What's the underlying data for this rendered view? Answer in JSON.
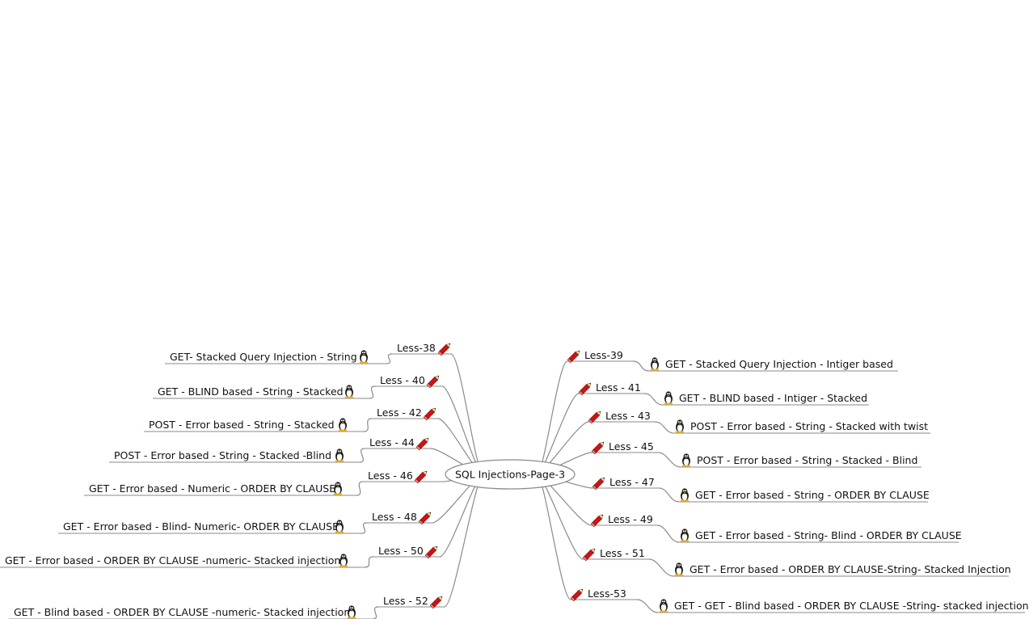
{
  "map": {
    "root": "SQL Injections-Page-3",
    "left": [
      {
        "lesson": "Less-38",
        "topic": "GET- Stacked Query Injection - String"
      },
      {
        "lesson": "Less - 40",
        "topic": "GET - BLIND based - String - Stacked"
      },
      {
        "lesson": "Less - 42",
        "topic": "POST - Error based - String - Stacked"
      },
      {
        "lesson": "Less - 44",
        "topic": "POST - Error based - String - Stacked -Blind"
      },
      {
        "lesson": "Less - 46",
        "topic": "GET - Error based - Numeric - ORDER BY CLAUSE"
      },
      {
        "lesson": "Less - 48",
        "topic": "GET - Error based - Blind- Numeric- ORDER BY CLAUSE"
      },
      {
        "lesson": "Less - 50",
        "topic": "GET - Error based - ORDER BY CLAUSE -numeric- Stacked injection"
      },
      {
        "lesson": "Less - 52",
        "topic": "GET - Blind based - ORDER BY CLAUSE -numeric- Stacked injection"
      }
    ],
    "right": [
      {
        "lesson": "Less-39",
        "topic": "GET -  Stacked Query Injection - Intiger based"
      },
      {
        "lesson": "Less - 41",
        "topic": "GET - BLIND based - Intiger - Stacked"
      },
      {
        "lesson": "Less - 43",
        "topic": "POST - Error based - String - Stacked with twist"
      },
      {
        "lesson": "Less - 45",
        "topic": "POST - Error based - String - Stacked - Blind"
      },
      {
        "lesson": "Less - 47",
        "topic": "GET - Error based - String - ORDER BY CLAUSE"
      },
      {
        "lesson": "Less - 49",
        "topic": "GET - Error based - String- Blind - ORDER BY CLAUSE"
      },
      {
        "lesson": "Less - 51",
        "topic": "GET - Error based - ORDER BY CLAUSE-String- Stacked Injection"
      },
      {
        "lesson": "Less-53",
        "topic": "GET - GET - Blind based - ORDER BY CLAUSE -String- stacked injection"
      }
    ],
    "icons": {
      "lesson": "pencil-icon",
      "topic": "tux-penguin-icon"
    }
  }
}
